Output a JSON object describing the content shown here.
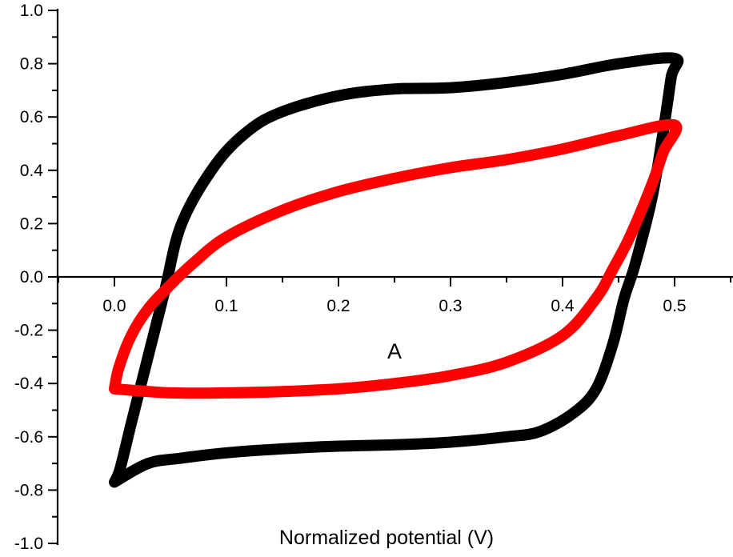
{
  "chart_data": {
    "type": "line",
    "xlabel": "Normalized potential (V)",
    "ylabel": "",
    "annotation": "A",
    "xlim": [
      0.0,
      0.5
    ],
    "ylim": [
      -1.0,
      1.0
    ],
    "x_ticks": [
      "0.0",
      "0.1",
      "0.2",
      "0.3",
      "0.4",
      "0.5"
    ],
    "y_ticks": [
      "-1.0",
      "-0.8",
      "-0.6",
      "-0.4",
      "-0.2",
      "0.0",
      "0.2",
      "0.4",
      "0.6",
      "0.8",
      "1.0"
    ],
    "grid": false,
    "series": [
      {
        "color": "#000000",
        "points": [
          [
            0.0,
            -0.77
          ],
          [
            0.03,
            -0.7
          ],
          [
            0.06,
            -0.68
          ],
          [
            0.1,
            -0.66
          ],
          [
            0.15,
            -0.645
          ],
          [
            0.2,
            -0.635
          ],
          [
            0.25,
            -0.63
          ],
          [
            0.3,
            -0.62
          ],
          [
            0.35,
            -0.6
          ],
          [
            0.38,
            -0.58
          ],
          [
            0.41,
            -0.51
          ],
          [
            0.43,
            -0.42
          ],
          [
            0.445,
            -0.25
          ],
          [
            0.455,
            -0.08
          ],
          [
            0.465,
            0.05
          ],
          [
            0.48,
            0.3
          ],
          [
            0.49,
            0.55
          ],
          [
            0.497,
            0.75
          ],
          [
            0.5,
            0.82
          ],
          [
            0.45,
            0.8
          ],
          [
            0.4,
            0.76
          ],
          [
            0.35,
            0.73
          ],
          [
            0.3,
            0.71
          ],
          [
            0.25,
            0.705
          ],
          [
            0.2,
            0.68
          ],
          [
            0.15,
            0.62
          ],
          [
            0.12,
            0.55
          ],
          [
            0.09,
            0.42
          ],
          [
            0.06,
            0.2
          ],
          [
            0.045,
            -0.05
          ],
          [
            0.03,
            -0.3
          ],
          [
            0.015,
            -0.55
          ],
          [
            0.005,
            -0.72
          ],
          [
            0.0,
            -0.77
          ]
        ]
      },
      {
        "color": "#ff0000",
        "points": [
          [
            0.0,
            -0.42
          ],
          [
            0.05,
            -0.435
          ],
          [
            0.1,
            -0.435
          ],
          [
            0.15,
            -0.43
          ],
          [
            0.2,
            -0.42
          ],
          [
            0.25,
            -0.4
          ],
          [
            0.3,
            -0.37
          ],
          [
            0.35,
            -0.32
          ],
          [
            0.4,
            -0.22
          ],
          [
            0.43,
            -0.08
          ],
          [
            0.445,
            0.03
          ],
          [
            0.46,
            0.15
          ],
          [
            0.48,
            0.35
          ],
          [
            0.49,
            0.47
          ],
          [
            0.5,
            0.57
          ],
          [
            0.45,
            0.53
          ],
          [
            0.4,
            0.48
          ],
          [
            0.35,
            0.44
          ],
          [
            0.3,
            0.41
          ],
          [
            0.25,
            0.37
          ],
          [
            0.2,
            0.32
          ],
          [
            0.15,
            0.25
          ],
          [
            0.1,
            0.15
          ],
          [
            0.07,
            0.05
          ],
          [
            0.05,
            -0.03
          ],
          [
            0.03,
            -0.12
          ],
          [
            0.015,
            -0.22
          ],
          [
            0.004,
            -0.34
          ],
          [
            0.0,
            -0.42
          ]
        ]
      }
    ]
  }
}
